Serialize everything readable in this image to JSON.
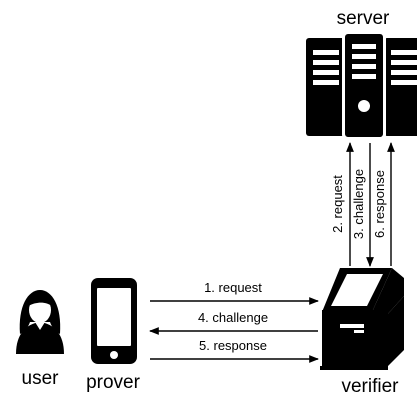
{
  "labels": {
    "server": "server",
    "user": "user",
    "prover": "prover",
    "verifier": "verifier"
  },
  "messages": {
    "request_to_verifier": "1. request",
    "request_to_server": "2. request",
    "challenge_from_server": "3. challenge",
    "challenge_to_prover": "4. challenge",
    "response_to_verifier": "5. response",
    "response_to_server": "6. response"
  },
  "icons": {
    "server": "server-rack-icon",
    "user": "user-person-icon",
    "prover": "smartphone-icon",
    "verifier": "kiosk-terminal-icon"
  },
  "colors": {
    "ink": "#000000",
    "screen": "#ffffff"
  }
}
